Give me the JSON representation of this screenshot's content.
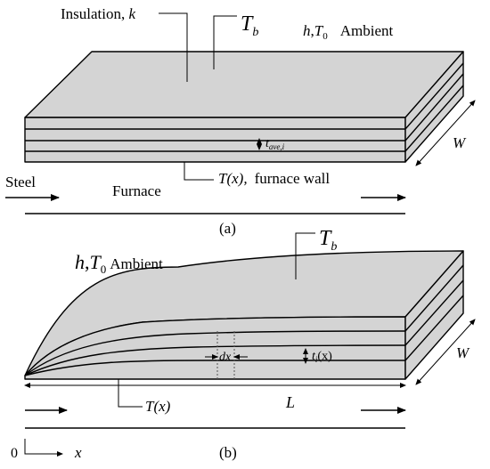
{
  "panel_a": {
    "insulation_label": "Insulation, ",
    "insulation_symbol": "k",
    "top_temp_symbol": "T",
    "top_temp_sub": "b",
    "ambient_h": "h",
    "ambient_T": "T",
    "ambient_T_sub": "0",
    "ambient_word": "Ambient",
    "thickness_symbol": "t",
    "thickness_sub": "ave,i",
    "width_symbol": "W",
    "wall_temp": "T(x),",
    "wall_label": "furnace wall",
    "steel_label": "Steel",
    "furnace_label": "Furnace",
    "caption": "(a)"
  },
  "panel_b": {
    "top_temp_symbol": "T",
    "top_temp_sub": "b",
    "ambient_h": "h",
    "ambient_T": "T",
    "ambient_T_sub": "0",
    "ambient_word": "Ambient",
    "dx_label": "dx",
    "thickness_symbol": "t",
    "thickness_sub": "i",
    "thickness_arg": "(x)",
    "width_symbol": "W",
    "length_symbol": "L",
    "wall_temp": "T(x)",
    "origin_label": "0",
    "axis_label": "x",
    "caption": "(b)"
  }
}
